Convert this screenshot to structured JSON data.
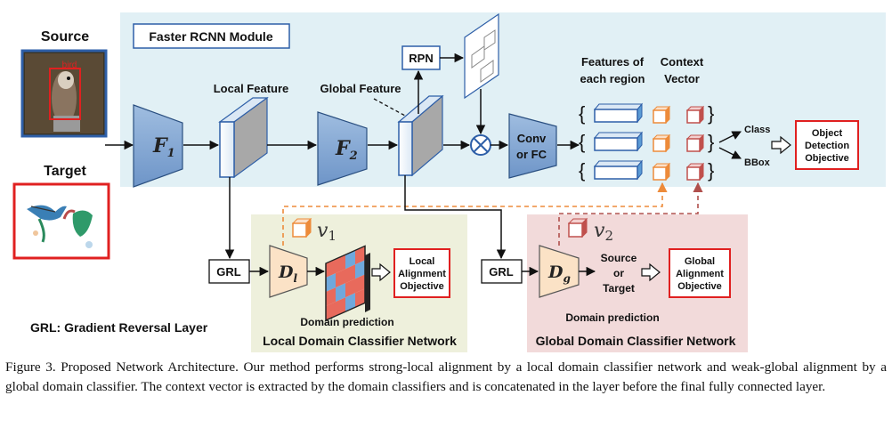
{
  "faster_rcnn": {
    "title": "Faster RCNN Module",
    "rpn": "RPN",
    "local_feature": "Local Feature",
    "global_feature": "Global Feature",
    "f1": {
      "base": "F",
      "sub": "1"
    },
    "f2": {
      "base": "F",
      "sub": "2"
    },
    "conv_line1": "Conv",
    "conv_line2": "or FC",
    "features_line1": "Features of",
    "features_line2": "each region",
    "context_line1": "Context",
    "context_line2": "Vector",
    "class_label": "Class",
    "bbox_label": "BBox",
    "objective_line1": "Object",
    "objective_line2": "Detection",
    "objective_line3": "Objective"
  },
  "inputs": {
    "source_label": "Source",
    "target_label": "Target",
    "bird_tag": "bird"
  },
  "local_classifier": {
    "grl": "GRL",
    "d": {
      "base": "D",
      "sub": "l"
    },
    "v": {
      "base": "v",
      "sub": "1"
    },
    "prediction": "Domain prediction",
    "objective_line1": "Local",
    "objective_line2": "Alignment",
    "objective_line3": "Objective",
    "title": "Local Domain Classifier Network"
  },
  "global_classifier": {
    "grl": "GRL",
    "d": {
      "base": "D",
      "sub": "g"
    },
    "v": {
      "base": "v",
      "sub": "2"
    },
    "output_line1": "Source",
    "output_line2": "or",
    "output_line3": "Target",
    "prediction": "Domain prediction",
    "objective_line1": "Global",
    "objective_line2": "Alignment",
    "objective_line3": "Objective",
    "title": "Global Domain Classifier Network"
  },
  "legend": "GRL: Gradient Reversal Layer",
  "caption": "Figure 3. Proposed Network Architecture. Our method performs strong-local alignment by a local domain classifier network and weak-global alignment by a global domain classifier. The context vector is extracted by the domain classifiers and is concatenated in the layer before the final fully connected layer.",
  "colors": {
    "module_bg": "#e1f0f5",
    "local_bg": "#eef0dc",
    "global_bg": "#f2dada",
    "feature_blue": "#5b9bd5",
    "context_orange": "#ed8b3a",
    "context_red": "#c0504d",
    "source_border": "#2e5fa8",
    "target_border": "#e02020",
    "objective_border": "#e02020"
  }
}
